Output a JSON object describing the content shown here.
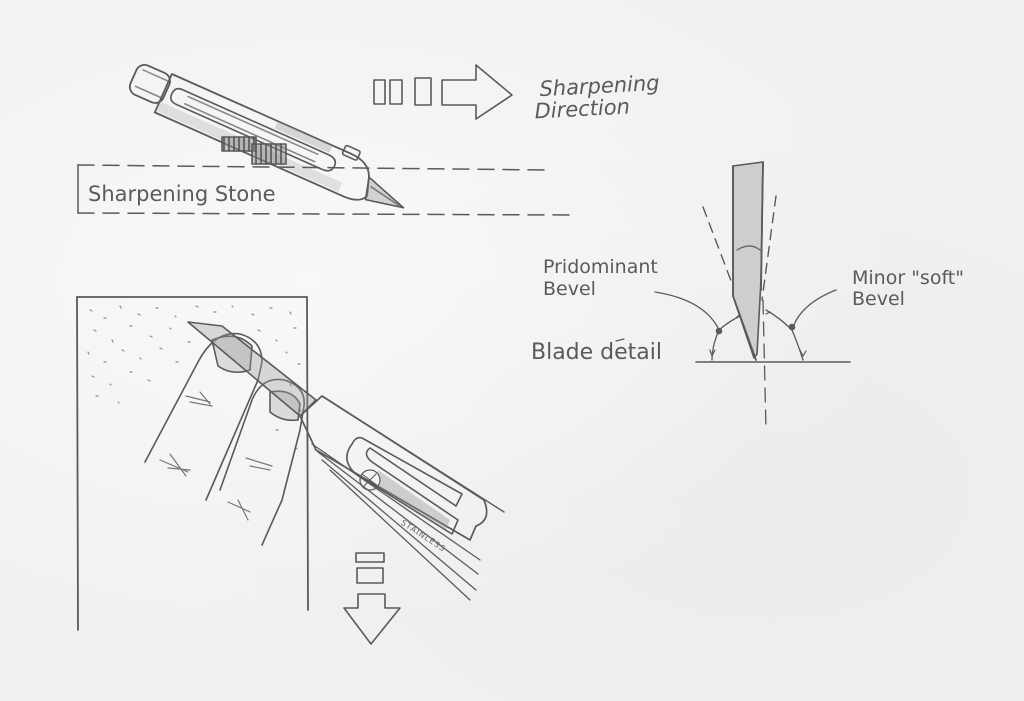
{
  "colors": {
    "paper": "#f1f1f1",
    "pencil": "#5a5a5a",
    "shading": "#9a9a9a"
  },
  "top_sketch": {
    "knife_description": "utility knife held at an angle against sharpening stone",
    "stone_label": "Sharpening Stone",
    "direction_label_line1": "Sharpening",
    "direction_label_line2": "Direction",
    "direction_arrow": "arrow-right"
  },
  "bottom_sketch": {
    "description": "fingers pressing knife blade flat against stone",
    "handle_stamp": "STAINLESS",
    "direction_arrow": "arrow-down"
  },
  "blade_detail": {
    "title": "Blade detail",
    "left_label_line1": "Pridominant",
    "left_label_line2": "Bevel",
    "right_label_line1": "Minor \"soft\"",
    "right_label_line2": "Bevel"
  }
}
